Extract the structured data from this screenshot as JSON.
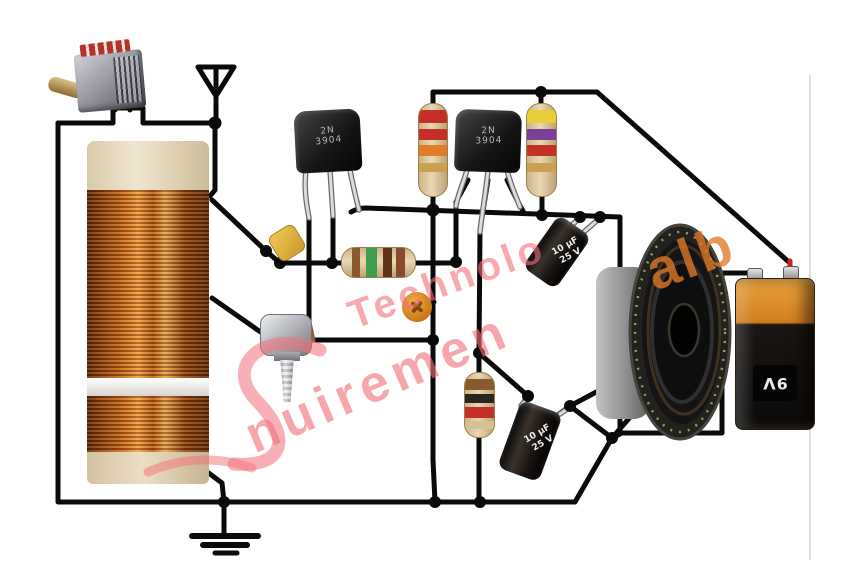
{
  "diagram": {
    "watermark": {
      "word1": "Technolo",
      "word2": "nuiremen",
      "word3": "alb",
      "pink": "#f3707a",
      "orange": "#e27a28"
    },
    "components": {
      "tuning_switch": {
        "name": "rotary-tuning-switch"
      },
      "antenna": {
        "name": "antenna-symbol"
      },
      "coil": {
        "name": "copper-wound-coil"
      },
      "q1": {
        "name": "transistor-2n3904",
        "label_line1": "2N",
        "label_line2": "3904"
      },
      "q2": {
        "name": "transistor-2n3904",
        "label_line1": "2N",
        "label_line2": "3904"
      },
      "r1": {
        "name": "resistor",
        "bands": [
          "#c43028",
          "#c43028",
          "#e07b28",
          "#c8a050"
        ]
      },
      "r2": {
        "name": "resistor",
        "bands": [
          "#e8cf3a",
          "#7c4099",
          "#c43028",
          "#c8a050"
        ]
      },
      "r3": {
        "name": "resistor",
        "bands": [
          "#8a5a2e",
          "#3e9e50",
          "#5f3318",
          "#8a4a2e"
        ]
      },
      "r4": {
        "name": "resistor",
        "bands": [
          "#8a5a2e",
          "#2a2320",
          "#c43028",
          "#d6c190"
        ]
      },
      "yellow_cap": {
        "name": "ceramic-capacitor"
      },
      "disc_cap": {
        "name": "trimmer-capacitor"
      },
      "potentiometer": {
        "name": "potentiometer"
      },
      "c1": {
        "name": "electrolytic-capacitor",
        "capacitance": "10 µF",
        "voltage": "25 V"
      },
      "c2": {
        "name": "electrolytic-capacitor",
        "capacitance": "10 µF",
        "voltage": "25 V"
      },
      "speaker": {
        "name": "loudspeaker"
      },
      "battery": {
        "name": "9v-battery",
        "label": "9V"
      },
      "ground": {
        "name": "ground-symbol"
      }
    },
    "colors": {
      "wire": "#0a0a0a",
      "background": "#ffffff",
      "copper": "#b55a1c",
      "battery_orange": "#d78b2e"
    }
  }
}
